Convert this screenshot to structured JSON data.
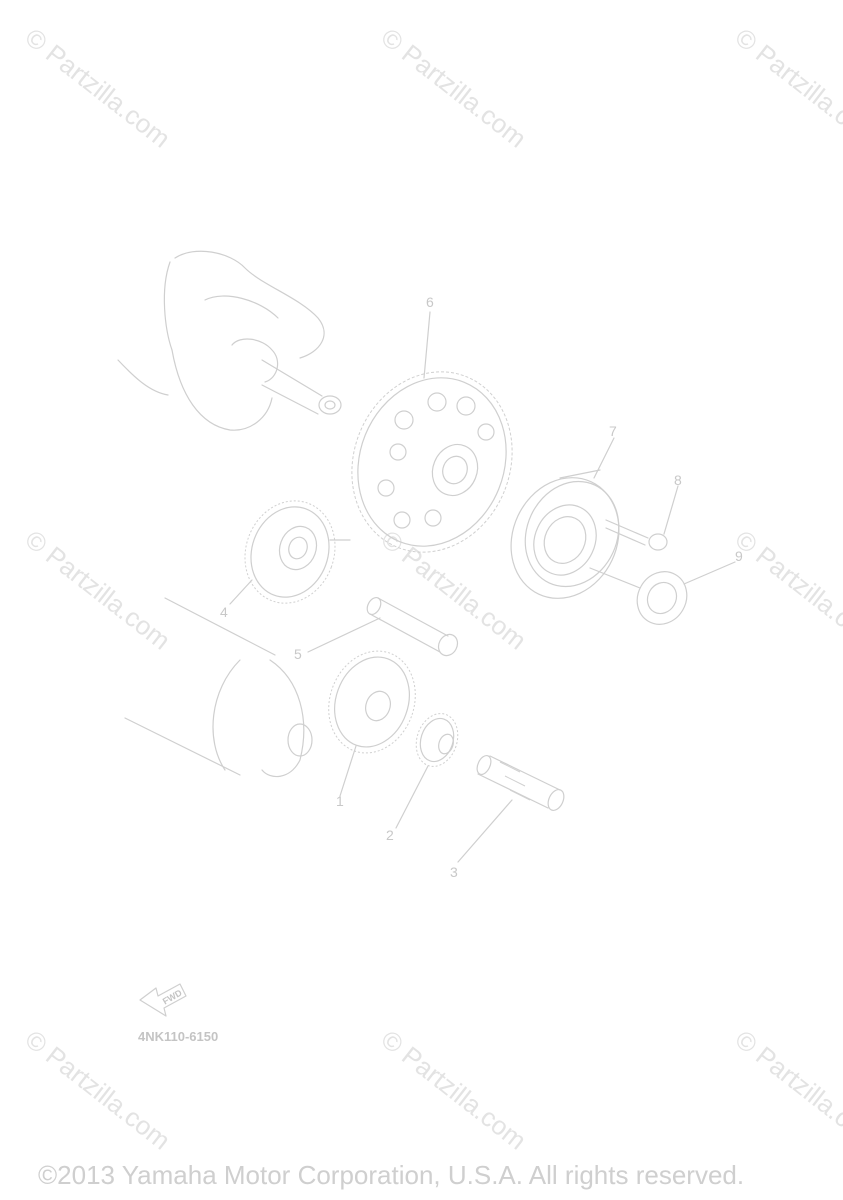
{
  "watermarks": [
    "© Partzilla.com",
    "© Partzilla.com",
    "© Partzilla.com",
    "© Partzilla.com",
    "© Partzilla.com",
    "© Partzilla.com",
    "© Partzilla.com",
    "© Partzilla.com",
    "© Partzilla.com"
  ],
  "callouts": [
    "1",
    "2",
    "3",
    "4",
    "5",
    "6",
    "7",
    "8",
    "9"
  ],
  "direction_arrow": {
    "label": "FWD",
    "icon": "forward-arrow-icon"
  },
  "part_code": "4NK110-6150",
  "copyright": "©2013 Yamaha Motor Corporation, U.S.A. All rights reserved."
}
